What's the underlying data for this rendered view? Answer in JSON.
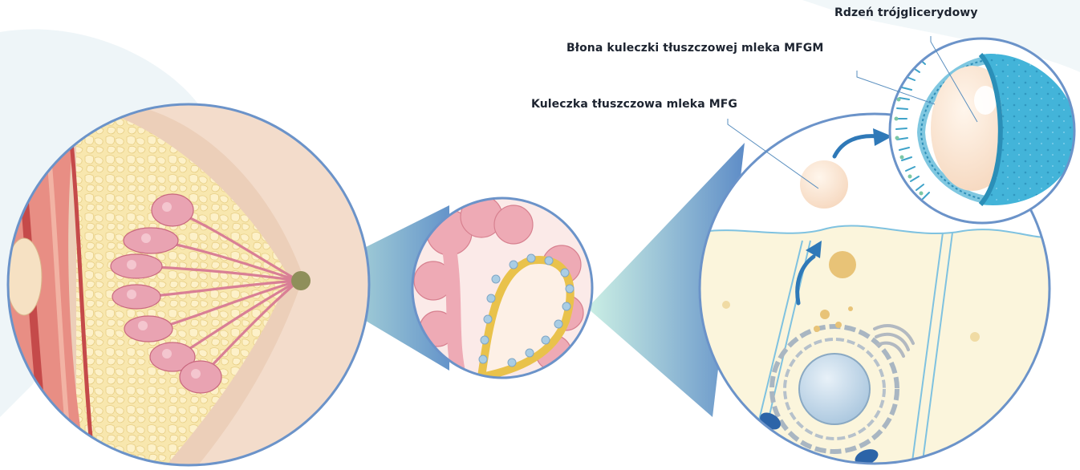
{
  "labels": {
    "core": "Rdzeń trójglicerydowy",
    "membrane": "Błona kuleczki tłuszczowej mleka MFGM",
    "globule": "Kuleczka tłuszczowa mleka MFG"
  },
  "colors": {
    "circle_stroke": "#6b93c9",
    "breast_skin": "#f0d6c0",
    "fat_tissue": "#f7e4a4",
    "lobules": "#e6a2b0",
    "alveoli": "#eeaab5",
    "milk_globule": "#fbe6d4",
    "mfgm_shell": "#49b8db",
    "cell_fill": "#fbf5dc",
    "nucleus": "#b9d3e6",
    "arrow": "#2f79b8"
  }
}
